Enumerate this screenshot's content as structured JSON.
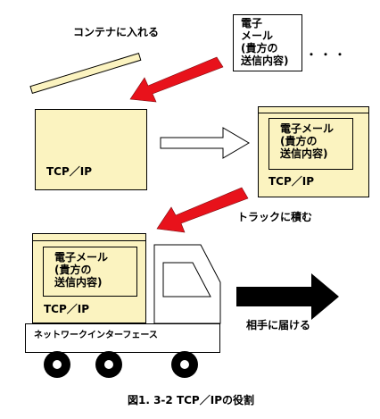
{
  "labels": {
    "put_in_container": "コンテナに入れる",
    "load_truck": "トラックに積む",
    "deliver": "相手に届ける",
    "caption": "図1. 3-2 TCP／IPの役割",
    "ellipsis": "・・・"
  },
  "email": {
    "line1": "電子",
    "line2": "メール",
    "line3": "(貴方の",
    "line4": "送信内容)"
  },
  "email_inline": {
    "line1": "電子メール",
    "line2": "(貴方の",
    "line3": "送信内容)"
  },
  "container": {
    "label": "TCP／IP"
  },
  "truck": {
    "label": "ネットワークインターフェース"
  },
  "colors": {
    "box_fill": "#fbf3c0",
    "arrow_red": "#e8121b",
    "arrow_black": "#000000"
  }
}
